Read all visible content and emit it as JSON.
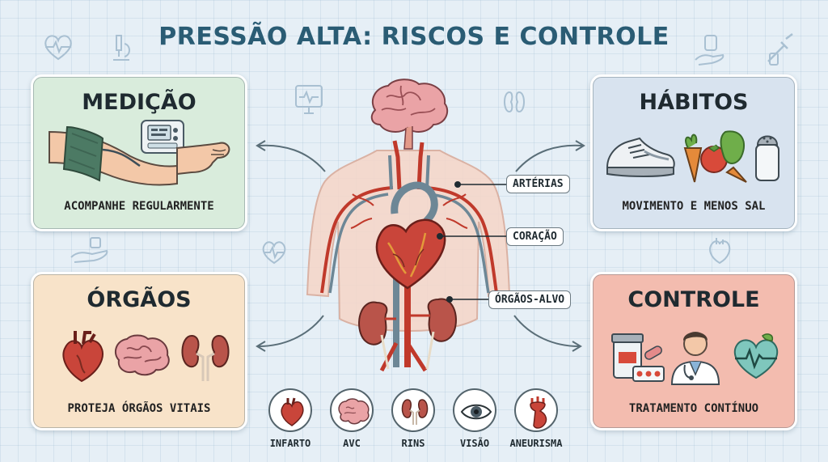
{
  "title": "PRESSÃO ALTA: RISCOS E CONTROLE",
  "colors": {
    "title": "#2a5c74",
    "medicao_bg": "#d9ecdc",
    "habitos_bg": "#d8e3ef",
    "orgaos_bg": "#f8e3c9",
    "controle_bg": "#f3bcaf",
    "artery": "#c0392b",
    "vein": "#6d8796"
  },
  "cards": {
    "medicao": {
      "title": "MEDIÇÃO",
      "subtitle": "ACOMPANHE REGULARMENTE",
      "icons": [
        "blood-pressure-cuff-icon",
        "blood-pressure-monitor-icon"
      ]
    },
    "habitos": {
      "title": "HÁBITOS",
      "subtitle": "MOVIMENTO E MENOS SAL",
      "icons": [
        "sneakers-icon",
        "vegetables-icon",
        "salt-shaker-icon"
      ]
    },
    "orgaos": {
      "title": "ÓRGÃOS",
      "subtitle": "PROTEJA ÓRGÃOS VITAIS",
      "icons": [
        "heart-icon",
        "brain-icon",
        "kidneys-icon"
      ]
    },
    "controle": {
      "title": "CONTROLE",
      "subtitle": "TRATAMENTO CONTÍNUO",
      "icons": [
        "medicine-icon",
        "doctor-icon",
        "heart-pulse-icon"
      ]
    }
  },
  "body_labels": {
    "arterias": "ARTÉRIAS",
    "coracao": "CORAÇÃO",
    "orgaos_alvo": "ÓRGÃOS-ALVO"
  },
  "risks": [
    {
      "label": "INFARTO",
      "icon": "heart-icon"
    },
    {
      "label": "AVC",
      "icon": "brain-icon"
    },
    {
      "label": "RINS",
      "icon": "kidneys-icon"
    },
    {
      "label": "VISÃO",
      "icon": "eye-icon"
    },
    {
      "label": "ANEURISMA",
      "icon": "aorta-icon"
    }
  ]
}
